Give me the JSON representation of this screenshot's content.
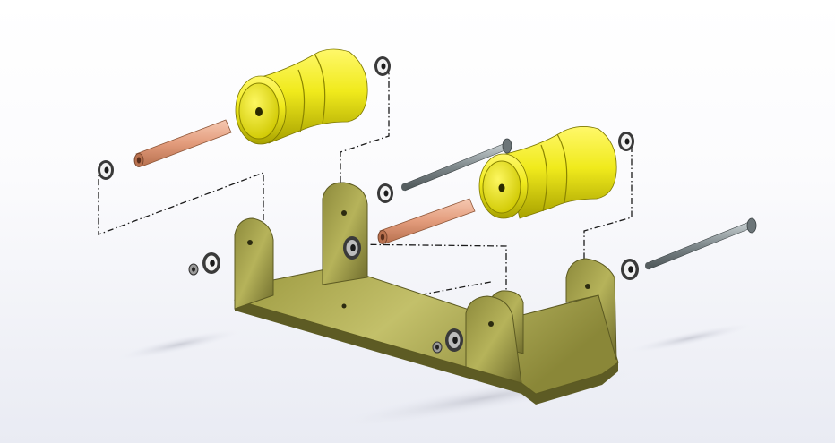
{
  "view": {
    "background_top": "#ffffff",
    "background_bottom": "#e9ebf3"
  },
  "colors": {
    "roller": "#f0ea1c",
    "roller_shade": "#b9b300",
    "bracket": "#a9a74c",
    "bracket_shade": "#6d6a2a",
    "sleeve": "#e9a888",
    "bolt": "#8a9497",
    "washer": "#3a3a3a"
  },
  "parts": {
    "rollers": 2,
    "bracket": 1,
    "sleeves": 2,
    "bolts": 2,
    "washers": 8,
    "nuts": 1
  },
  "icons": [
    "bracket-part-icon",
    "roller-part-icon",
    "sleeve-part-icon",
    "bolt-part-icon",
    "washer-part-icon",
    "nut-part-icon",
    "explode-line-icon"
  ]
}
